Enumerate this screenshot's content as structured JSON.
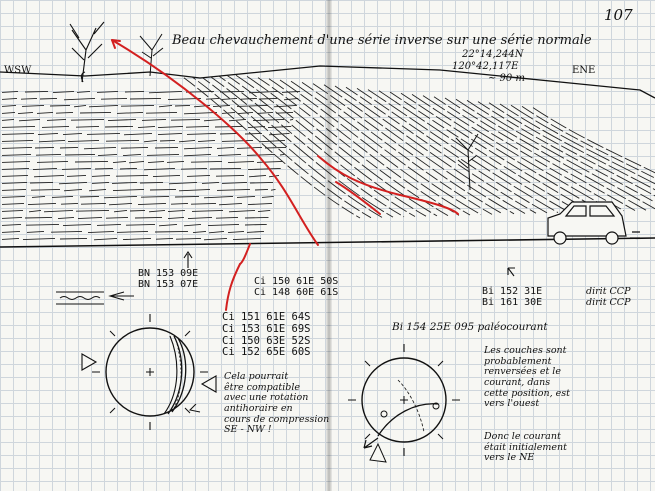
{
  "page_number": "107",
  "title": "Beau chevauchement d'une série inverse sur une série normale",
  "coordinates": {
    "lat": "22°14,244N",
    "lon": "120°42,117E",
    "alt": "~ 90 m"
  },
  "orientation": {
    "left": "WSW",
    "right": "ENE"
  },
  "measurements": {
    "bn": [
      "BN 153 09E",
      "BN 153 07E"
    ],
    "ci_top": [
      "Ci 150 61E 50S",
      "Ci 148 60E 61S"
    ],
    "ci_list": [
      "Ci 151 61E 64S",
      "Ci 153 61E 69S",
      "Ci 150 63E 52S",
      "Ci 152 65E 60S"
    ],
    "bi_top": [
      "Bi 152 31E",
      "Bi 161 30E"
    ],
    "bi_top_tag": [
      "dirit CCP",
      "dirit CCP"
    ],
    "bi_paleo": "Bi 154 25E 095 paléocourant"
  },
  "notes": {
    "rotation": [
      "Cela pourrait",
      "être compatible",
      "avec une rotation",
      "antihoraire en",
      "cours de compression",
      "SE - NW !"
    ],
    "layers": [
      "Les couches sont",
      "probablement",
      "renversées et le",
      "courant, dans",
      "cette position, est",
      "vers l'ouest"
    ],
    "current": [
      "Donc le courant",
      "était initialement",
      "vers le NE"
    ]
  },
  "colors": {
    "ink": "#111111",
    "red_fault": "#d32020",
    "grid": "#cfd6dc",
    "paper": "#f7f7f3"
  }
}
